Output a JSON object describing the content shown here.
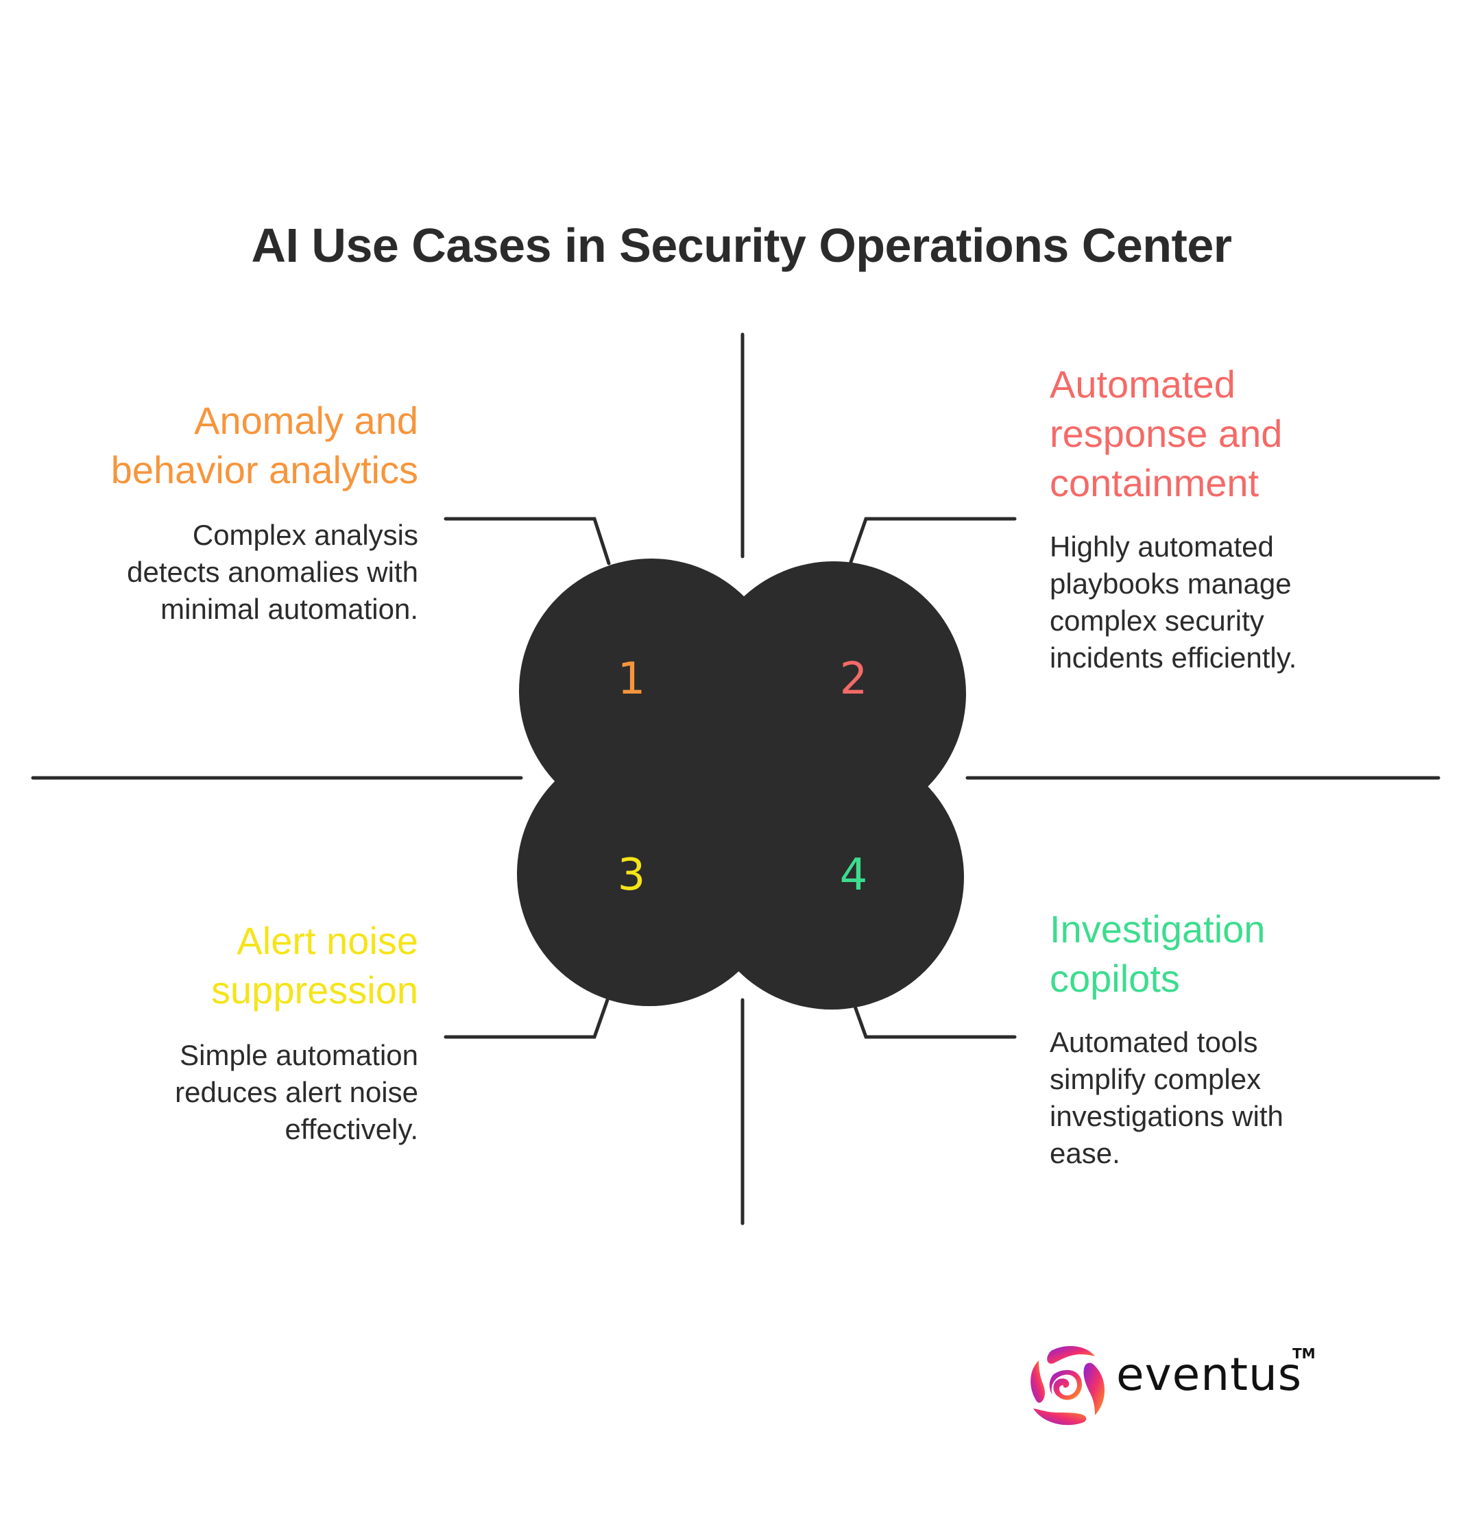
{
  "title": "AI Use Cases in Security Operations Center",
  "colors": {
    "text": "#2b2b2b",
    "circle_fill": "#2c2c2c",
    "quadrant_1": "#f7953c",
    "quadrant_2": "#f46a67",
    "quadrant_3": "#f5e419",
    "quadrant_4": "#3ddc8e"
  },
  "quadrants": [
    {
      "number": "1",
      "heading": "Anomaly and behavior analytics",
      "heading_lines": [
        "Anomaly and",
        "behavior analytics"
      ],
      "description_lines": [
        "Complex analysis",
        "detects anomalies with",
        "minimal automation."
      ],
      "position": "top-left"
    },
    {
      "number": "2",
      "heading": "Automated response and containment",
      "heading_lines": [
        "Automated",
        "response and",
        "containment"
      ],
      "description_lines": [
        "Highly automated",
        "playbooks manage",
        "complex security",
        "incidents efficiently."
      ],
      "position": "top-right"
    },
    {
      "number": "3",
      "heading": "Alert noise suppression",
      "heading_lines": [
        "Alert noise",
        "suppression"
      ],
      "description_lines": [
        "Simple automation",
        "reduces alert noise",
        "effectively."
      ],
      "position": "bottom-left"
    },
    {
      "number": "4",
      "heading": "Investigation copilots",
      "heading_lines": [
        "Investigation",
        "copilots"
      ],
      "description_lines": [
        "Automated tools",
        "simplify complex",
        "investigations with",
        "ease."
      ],
      "position": "bottom-right"
    }
  ],
  "logo": {
    "icon": "eventus-swirl-logo-icon",
    "wordmark": "eventus",
    "trademark": "TM"
  }
}
